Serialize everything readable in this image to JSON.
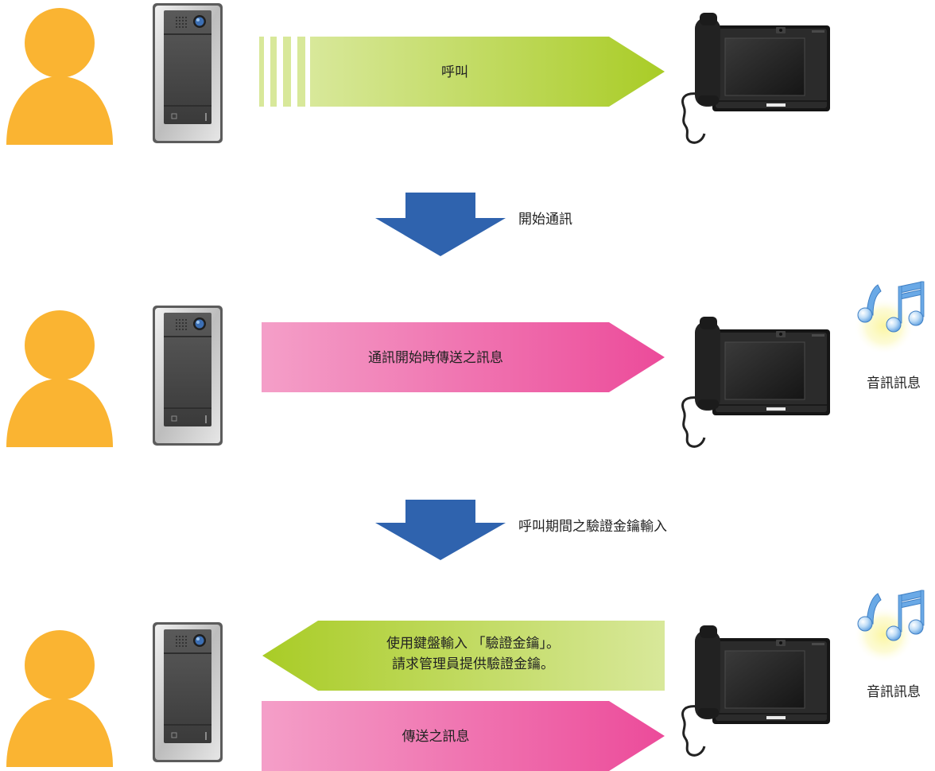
{
  "colors": {
    "person": "#FAB432",
    "green_light": "#D8E89A",
    "green_dark": "#A9CC26",
    "pink_light": "#F49FC8",
    "pink_dark": "#EC4B9A",
    "blue_arrow": "#2F63AE",
    "note_blue": "#6AA9E6",
    "glow_yellow": "#FBF6A0",
    "text": "#222222"
  },
  "icons": [
    "person-icon",
    "door-station-icon",
    "monitor-station-icon",
    "music-note-icon"
  ],
  "scenes": {
    "top": {
      "message": "呼叫"
    },
    "middle": {
      "message": "通訊開始時傳送之訊息",
      "audio_label": "音訊訊息"
    },
    "bottom": {
      "reply_line1": "使用鍵盤輸入 「驗證金鑰」。",
      "reply_line2": "請求管理員提供驗證金鑰。",
      "message": "傳送之訊息",
      "audio_label": "音訊訊息"
    }
  },
  "steps": {
    "step1": "開始通訊",
    "step2": "呼叫期間之驗證金鑰輸入"
  }
}
